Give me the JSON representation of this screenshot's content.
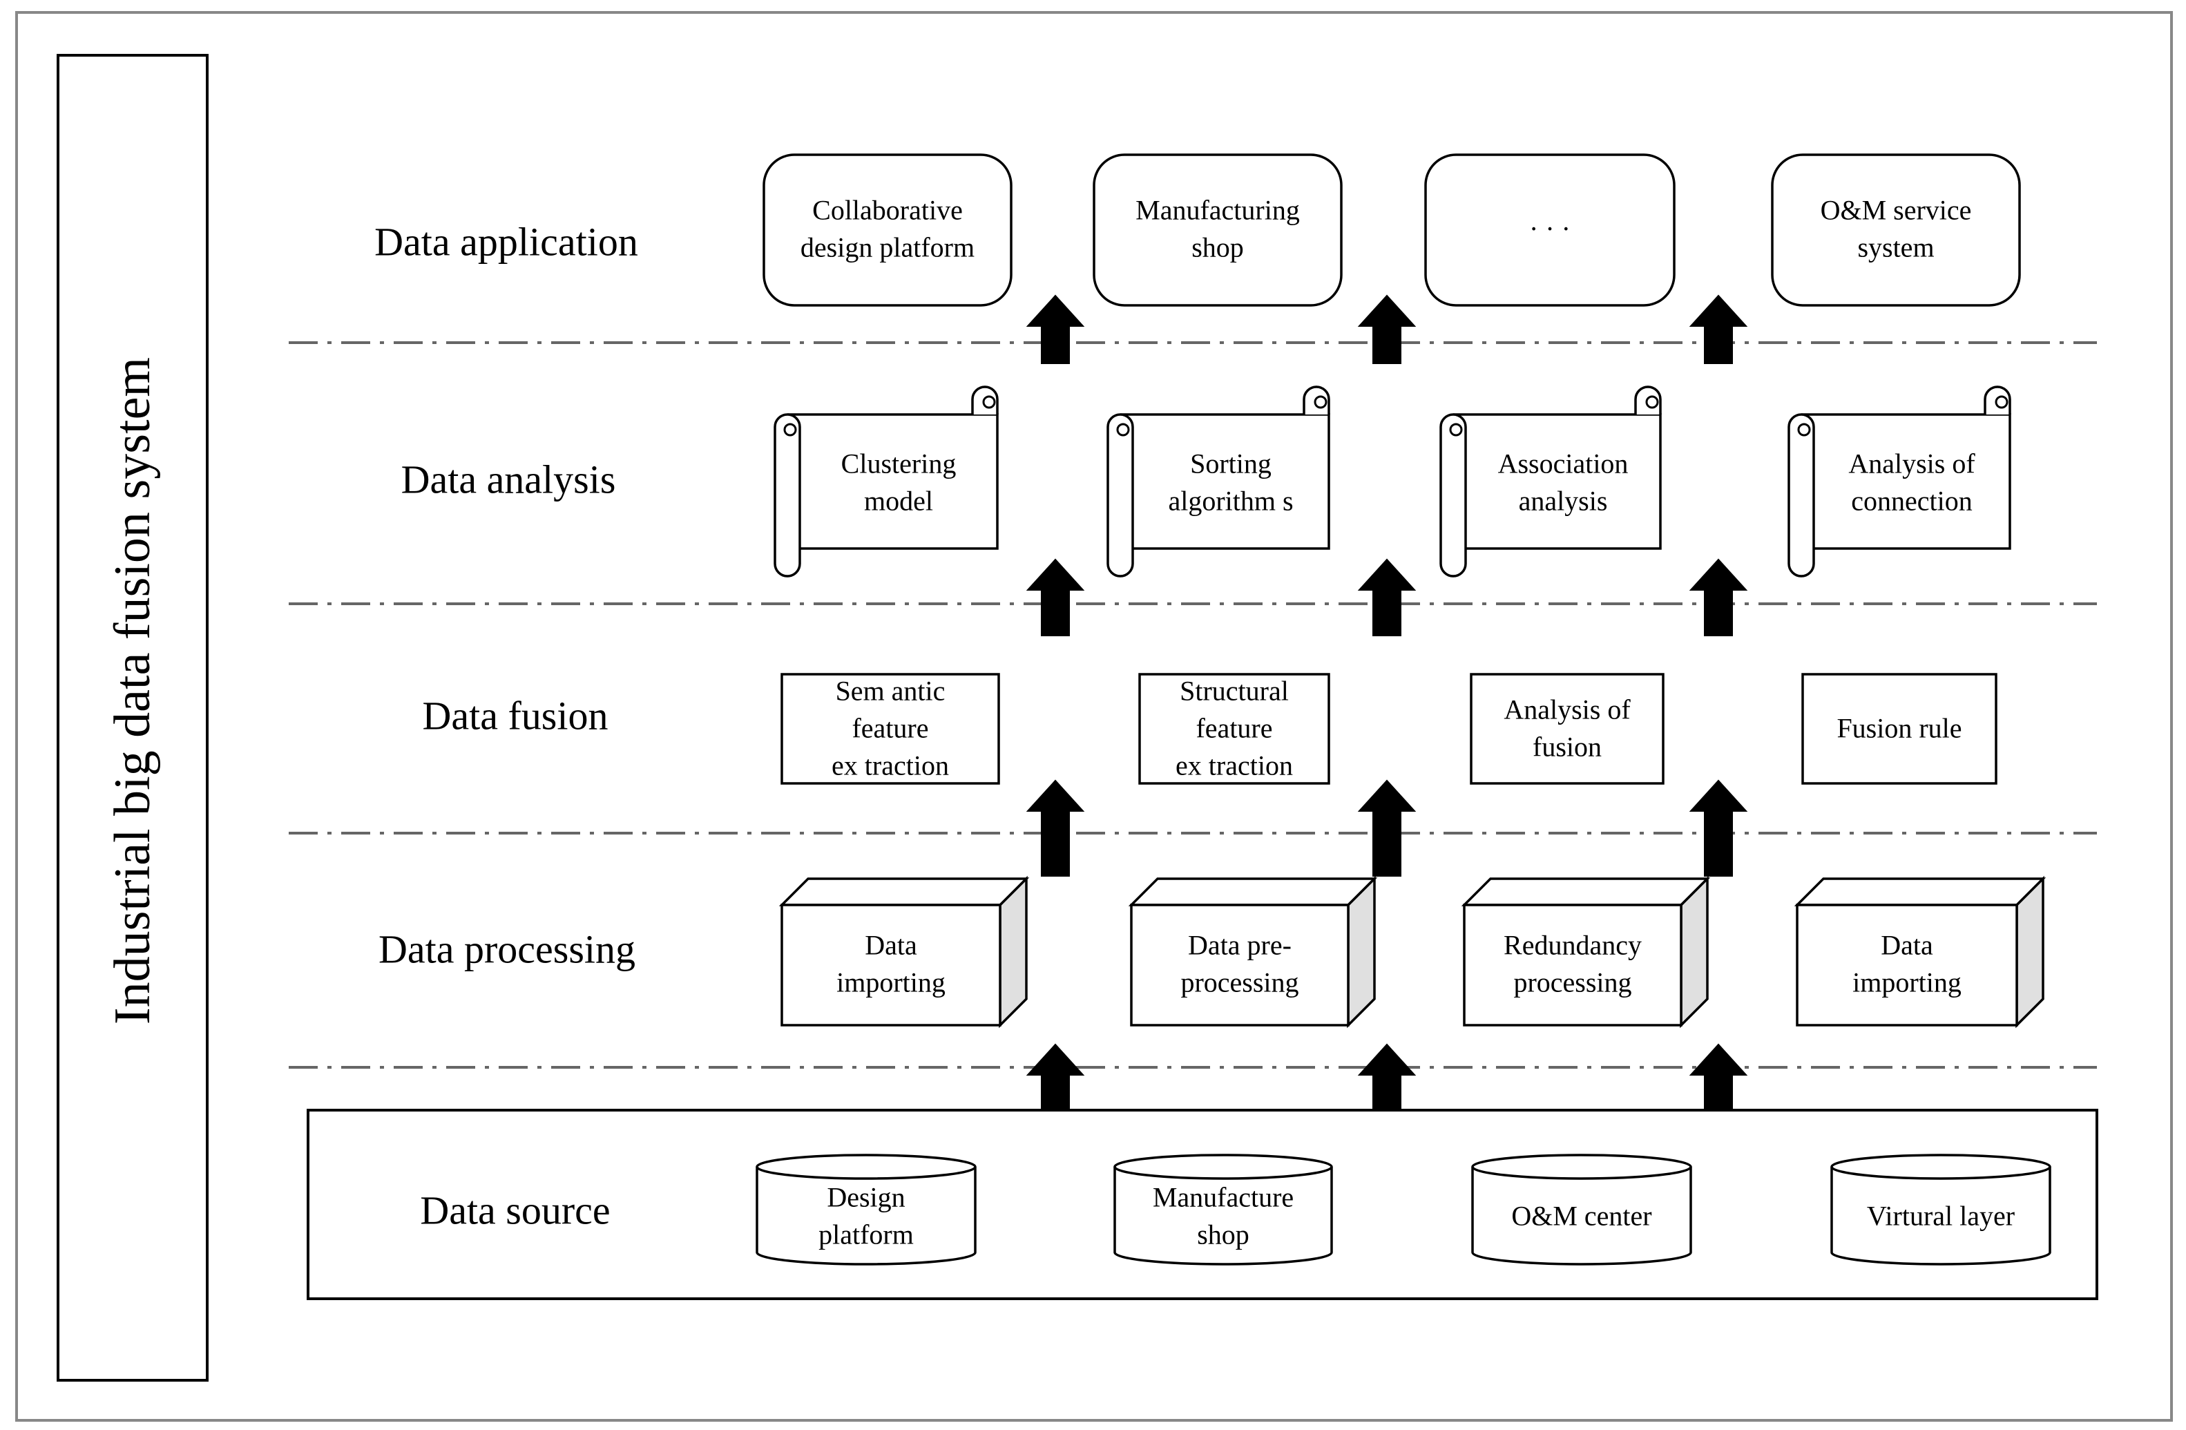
{
  "system_title": "Industrial big data fusion system",
  "layers": [
    {
      "id": "application",
      "label": "Data application",
      "shape": "rounded-box",
      "nodes": [
        {
          "lines": [
            "Collaborative",
            "design platform"
          ]
        },
        {
          "lines": [
            "Manufacturing",
            "shop"
          ]
        },
        {
          "lines": [
            "· · ·"
          ]
        },
        {
          "lines": [
            "O&M service",
            "system"
          ]
        }
      ]
    },
    {
      "id": "analysis",
      "label": "Data analysis",
      "shape": "scroll",
      "nodes": [
        {
          "lines": [
            "Clustering",
            "model"
          ]
        },
        {
          "lines": [
            "Sorting",
            "algorithm s"
          ]
        },
        {
          "lines": [
            "Association",
            "analysis"
          ]
        },
        {
          "lines": [
            "Analysis of",
            "connection"
          ]
        }
      ]
    },
    {
      "id": "fusion",
      "label": "Data fusion",
      "shape": "box",
      "nodes": [
        {
          "lines": [
            "Sem antic",
            "feature",
            "ex traction"
          ]
        },
        {
          "lines": [
            "Structural",
            "feature",
            "ex traction"
          ]
        },
        {
          "lines": [
            "Analysis of",
            "fusion"
          ]
        },
        {
          "lines": [
            "Fusion rule"
          ]
        }
      ]
    },
    {
      "id": "processing",
      "label": "Data processing",
      "shape": "cube",
      "nodes": [
        {
          "lines": [
            "Data",
            "importing"
          ]
        },
        {
          "lines": [
            "Data pre-",
            "processing"
          ]
        },
        {
          "lines": [
            "Redundancy",
            "processing"
          ]
        },
        {
          "lines": [
            "Data",
            "importing"
          ]
        }
      ]
    },
    {
      "id": "source",
      "label": "Data source",
      "shape": "cylinder",
      "nodes": [
        {
          "lines": [
            "Design",
            "platform"
          ]
        },
        {
          "lines": [
            "Manufacture",
            "shop"
          ]
        },
        {
          "lines": [
            "O&M center"
          ]
        },
        {
          "lines": [
            "Virtural layer"
          ]
        }
      ]
    }
  ],
  "connector": "up-arrow",
  "colors": {
    "stroke": "#000000",
    "separator": "#666666",
    "cube_side": "#e0e0e0",
    "background": "#ffffff"
  }
}
